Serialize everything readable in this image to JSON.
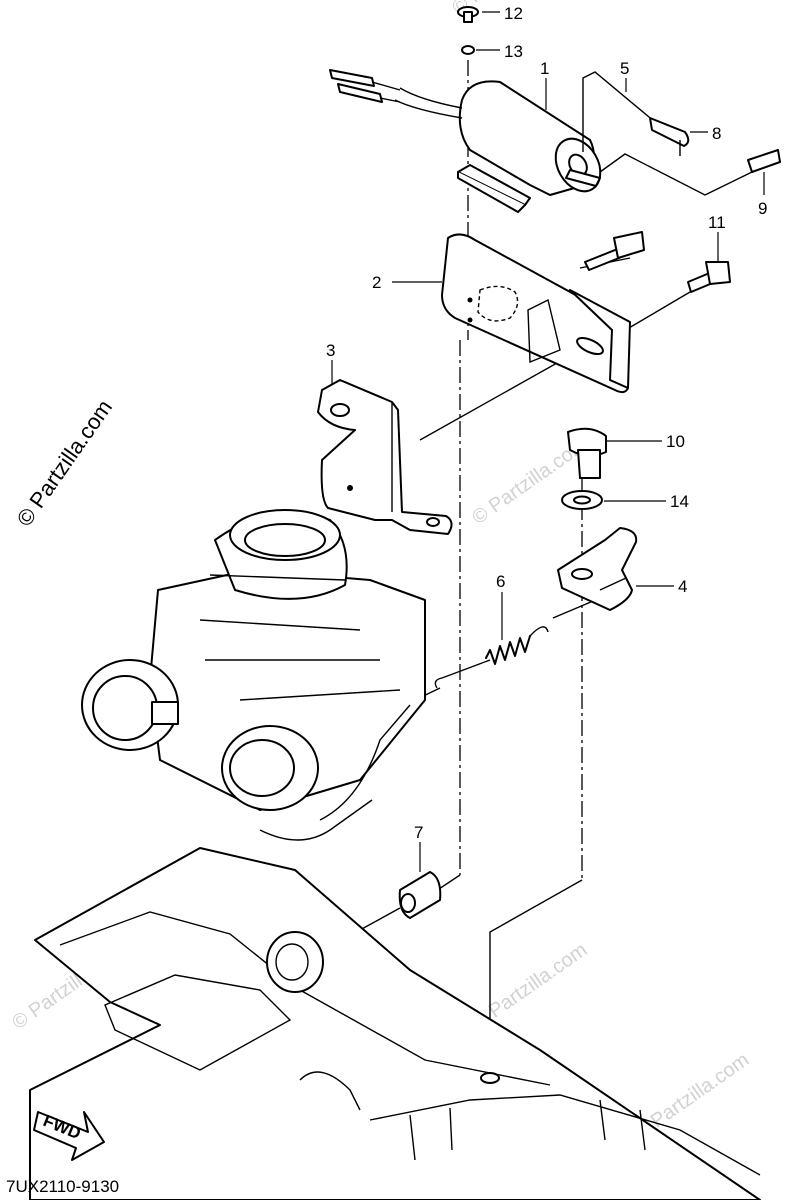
{
  "watermark": {
    "main": "© Partzilla.com",
    "faint": "© Partzilla.com"
  },
  "diagram_code": "7UX2110-9130",
  "fwd_label": "FWD",
  "callouts": [
    {
      "id": "1",
      "label": "1"
    },
    {
      "id": "2",
      "label": "2"
    },
    {
      "id": "3",
      "label": "3"
    },
    {
      "id": "4",
      "label": "4"
    },
    {
      "id": "5",
      "label": "5"
    },
    {
      "id": "6",
      "label": "6"
    },
    {
      "id": "7",
      "label": "7"
    },
    {
      "id": "8",
      "label": "8"
    },
    {
      "id": "9",
      "label": "9"
    },
    {
      "id": "10",
      "label": "10"
    },
    {
      "id": "11",
      "label": "11"
    },
    {
      "id": "12",
      "label": "12"
    },
    {
      "id": "13",
      "label": "13"
    },
    {
      "id": "14",
      "label": "14"
    }
  ],
  "colors": {
    "line": "#000000",
    "watermark": "#d2d2d2",
    "background": "#ffffff"
  }
}
